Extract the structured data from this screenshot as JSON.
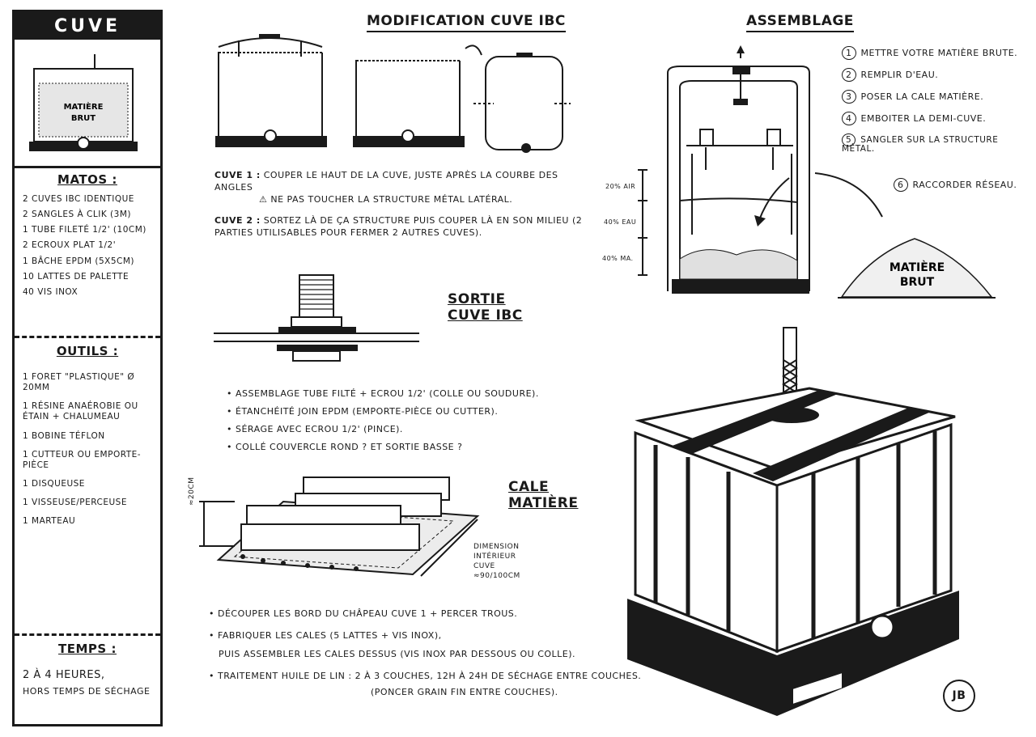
{
  "sidebar": {
    "title": "CUVE",
    "illus_label_1": "MATIÈRE",
    "illus_label_2": "BRUT",
    "matos_title": "MATOS :",
    "matos": [
      "2 CUVES IBC IDENTIQUE",
      "2 SANGLES À CLIK (3m)",
      "1 TUBE FILETÉ 1/2' (10cm)",
      "2 ECROUX PLAT 1/2'",
      "1 BÂCHE EPDM (5x5cm)",
      "10 LATTES DE PALETTE",
      "40 VIS INOX"
    ],
    "outils_title": "OUTILS :",
    "outils": [
      "1 FORET \"PLASTIQUE\" Ø 20mm",
      "1 RÉSINE ANAÉROBIE OU ÉTAIN + CHALUMEAU",
      "1 BOBINE TÉFLON",
      "1 CUTTEUR OU EMPORTE-PIÈCE",
      "1 DISQUEUSE",
      "1 VISSEUSE/PERCEUSE",
      "1 MARTEAU"
    ],
    "temps_title": "TEMPS :",
    "temps_line1": "2 À 4 HEURES,",
    "temps_line2": "HORS TEMPS DE SÉCHAGE"
  },
  "modification": {
    "title": "MODIFICATION CUVE IBC",
    "cuve1_label": "CUVE 1 :",
    "cuve1_text": "COUPER LE HAUT DE LA CUVE, JUSTE APRÈS LA COURBE DES ANGLES",
    "cuve1_warning": "NE PAS TOUCHER LA STRUCTURE MÉTAL LATÉRAL.",
    "cuve2_label": "CUVE 2 :",
    "cuve2_text": "SORTEZ LÀ DE ÇA STRUCTURE PUIS COUPER LÀ EN SON MILIEU (2 PARTIES UTILISABLES POUR FERMER 2 AUTRES CUVES)."
  },
  "sortie": {
    "title_1": "SORTIE",
    "title_2": "CUVE IBC",
    "bullets": [
      "ASSEMBLAGE TUBE FILTÉ + ECROU 1/2' (COLLE OU SOUDURE).",
      "ÉTANCHÉITÉ JOIN EPDM (EMPORTE-PIÈCE OU CUTTER).",
      "SÉRAGE AVEC ECROU 1/2' (PINCE).",
      "COLLÉ COUVERCLE ROND ? ET SORTIE BASSE ?"
    ]
  },
  "cale": {
    "title_1": "CALE",
    "title_2": "MATIÈRE",
    "dim_height": "≈20cm",
    "dim_note_1": "DIMENSION",
    "dim_note_2": "INTÉRIEUR",
    "dim_note_3": "CUVE",
    "dim_note_4": "≈90/100cm",
    "bullets": [
      "DÉCOUPER LES BORD DU CHÂPEAU CUVE 1 + PERCER TROUS.",
      "FABRIQUER LES CALES (5 LATTES + VIS INOX),",
      "PUIS ASSEMBLER LES CALES DESSUS (VIS INOX PAR DESSOUS OU COLLE).",
      "TRAITEMENT HUILE DE LIN : 2 À 3 COUCHES, 12H À 24H DE SÉCHAGE ENTRE COUCHES.",
      "(PONCER GRAIN FIN ENTRE COUCHES)."
    ]
  },
  "assemblage": {
    "title": "ASSEMBLAGE",
    "steps": [
      "METTRE VOTRE MATIÈRE BRUTE.",
      "REMPLIR D'EAU.",
      "POSER LA CALE MATIÈRE.",
      "EMBOITER LA DEMI-CUVE.",
      "SANGLER SUR LA STRUCTURE MÉTAL.",
      "RACCORDER RÉSEAU."
    ],
    "level_air": "20% AIR",
    "level_eau": "40% EAU",
    "level_ma": "40% MA.",
    "pile_label_1": "MATIÈRE",
    "pile_label_2": "BRUT"
  },
  "signature": "JB"
}
